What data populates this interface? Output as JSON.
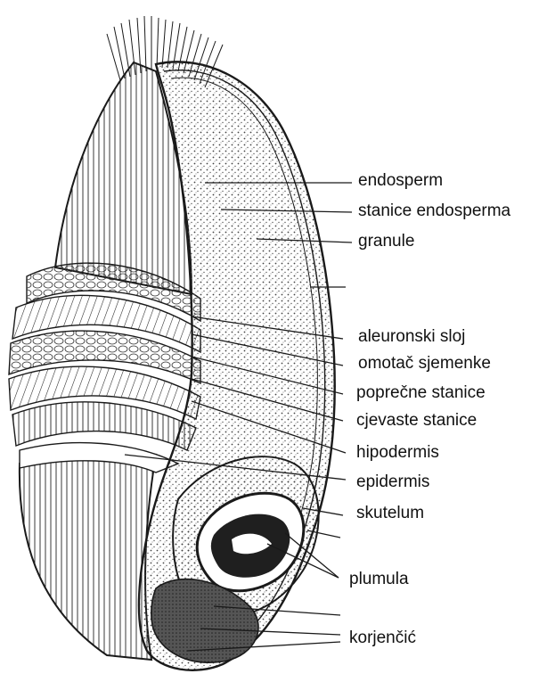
{
  "colors": {
    "ink": "#1a1a1a",
    "paper": "#ffffff",
    "stipple": "#4a4a4a"
  },
  "labels": {
    "endosperm": "endosperm",
    "stanice_endosperma": "stanice endosperma",
    "granule": "granule",
    "aleuronski_sloj": "aleuronski sloj",
    "omotac_sjemenke": "omotač sjemenke",
    "poprecne_stanice": "poprečne stanice",
    "cjevaste_stanice": "cjevaste stanice",
    "hipodermis": "hipodermis",
    "epidermis": "epidermis",
    "skutelum": "skutelum",
    "plumula": "plumula",
    "korjencic": "korjenčić"
  }
}
